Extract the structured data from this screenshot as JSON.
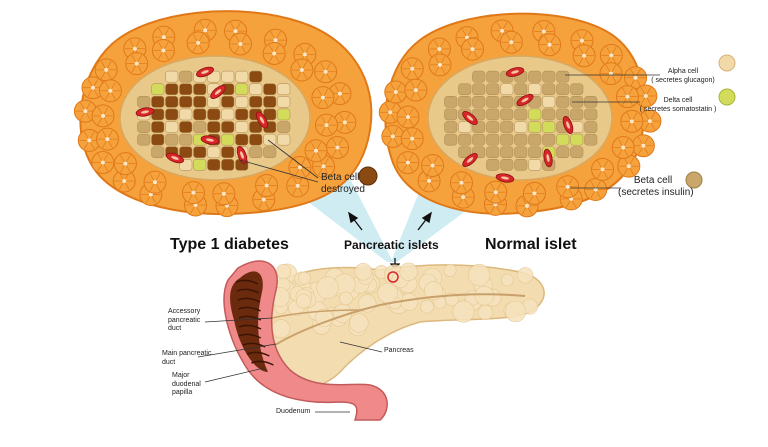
{
  "titles": {
    "type1": "Type 1 diabetes",
    "islets": "Pancreatic islets",
    "normal": "Normal islet"
  },
  "cells": {
    "alpha_line1": "Alpha cell",
    "alpha_line2": "( secretes glucagon)",
    "delta_line1": "Delta cell",
    "delta_line2": "( secretes somatostatin )",
    "beta_line1": "Beta cell",
    "beta_line2": "(secretes insulin)",
    "destroyed_line1": "Beta cell",
    "destroyed_line2": "destroyed"
  },
  "anatomy": {
    "accessory_line1": "Accessory",
    "accessory_line2": "pancreatic",
    "accessory_line3": "duct",
    "main_line1": "Main pancreatic",
    "main_line2": "duct",
    "papilla_line1": "Major",
    "papilla_line2": "duodenal",
    "papilla_line3": "papilla",
    "duodenum": "Duodenum",
    "pancreas": "Pancreas"
  },
  "colors": {
    "acinar": "#f5a23d",
    "acinar_line": "#e07818",
    "islet_bg": "#e8c98a",
    "alpha": "#f2d9a8",
    "delta": "#d2dc5a",
    "beta": "#c9a76a",
    "beta_destroyed": "#8a4a12",
    "vessel": "#d8262a",
    "pancreas": "#f2dcb0",
    "duodenum": "#f08a8a",
    "beam": "#bfe6ef"
  }
}
